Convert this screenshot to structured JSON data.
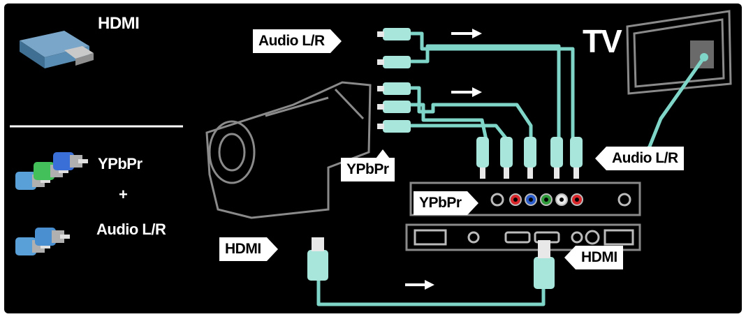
{
  "legend": {
    "hdmi_label": "HDMI",
    "ypbpr_label": "YPbPr",
    "plus_sign": "+",
    "audio_label": "Audio L/R"
  },
  "callouts": {
    "audio_top": "Audio L/R",
    "ypbpr_camera": "YPbPr",
    "audio_right": "Audio L/R",
    "ypbpr_panel": "YPbPr",
    "hdmi_left": "HDMI",
    "hdmi_right": "HDMI"
  },
  "tv_label": "TV",
  "colors": {
    "background": "#000000",
    "cable": "#7fd6c8",
    "connector": "#a8e6dc",
    "line_art": "#8a8a8a",
    "jack_red": "#d8262a",
    "jack_green": "#2f9a3a",
    "jack_blue": "#2b5ccc",
    "jack_white": "#e8e8e8",
    "callout_bg": "#ffffff"
  }
}
